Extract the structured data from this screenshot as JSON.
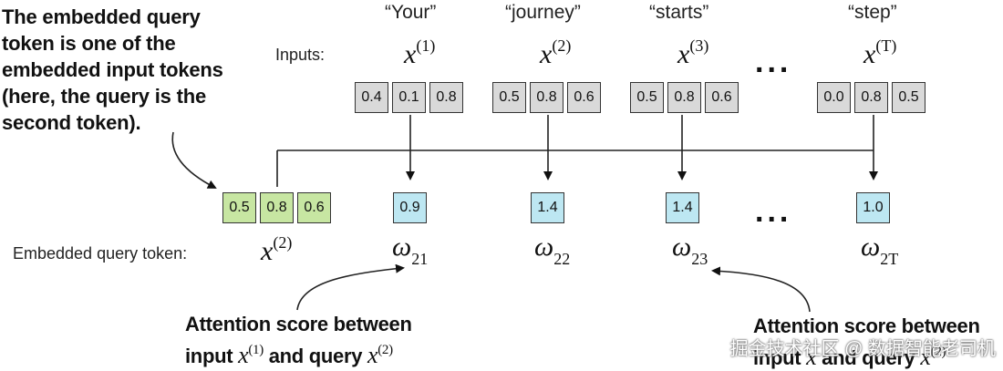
{
  "callout_top": "The embedded query token is one of the embedded input tokens (here, the query is the second token).",
  "inputs_label": "Inputs:",
  "embedded_query_label": "Embedded query token:",
  "ellipsis": "...",
  "tokens": [
    {
      "word": "“Your”",
      "x_sup": "(1)",
      "values": [
        "0.4",
        "0.1",
        "0.8"
      ],
      "score": "0.9",
      "omega_sub": "21"
    },
    {
      "word": "“journey”",
      "x_sup": "(2)",
      "values": [
        "0.5",
        "0.8",
        "0.6"
      ],
      "score": "1.4",
      "omega_sub": "22"
    },
    {
      "word": "“starts”",
      "x_sup": "(3)",
      "values": [
        "0.5",
        "0.8",
        "0.6"
      ],
      "score": "1.4",
      "omega_sub": "23"
    },
    {
      "word": "“step”",
      "x_sup": "(T)",
      "values": [
        "0.0",
        "0.8",
        "0.5"
      ],
      "score": "1.0",
      "omega_sub": "2T"
    }
  ],
  "query": {
    "values": [
      "0.5",
      "0.8",
      "0.6"
    ],
    "x_sup": "(2)"
  },
  "callout_left": {
    "line1": "Attention score between",
    "line2_prefix": "input",
    "x1_sup": "(1)",
    "line2_mid": "and query",
    "x2_sup": "(2)"
  },
  "callout_right": {
    "line1": "Attention score between",
    "line2_prefix": "input",
    "line2_mid": "and query",
    "x2_sup": "(2)"
  },
  "watermark": "掘金技术社区 @ 数据智能老司机",
  "colors": {
    "input_cell": "#d9d9d9",
    "query_cell": "#c7e6a2",
    "score_cell": "#bde7f2"
  }
}
